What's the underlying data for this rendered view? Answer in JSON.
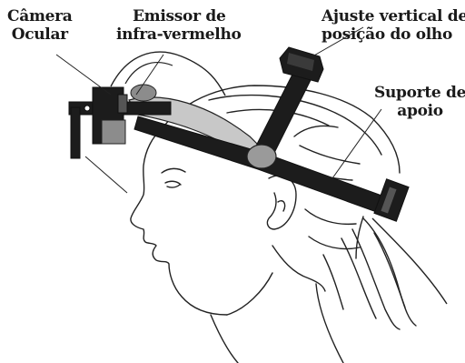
{
  "labels": {
    "camera": {
      "line1": "Câmera",
      "line2": "Ocular"
    },
    "emitter": {
      "line1": "Emissor de",
      "line2": "infra-vermelho"
    },
    "vertical": {
      "line1": "Ajuste vertical de",
      "line2": "posição do olho"
    },
    "support": {
      "line1": "Suporte de",
      "line2": "apoio"
    }
  },
  "colors": {
    "ink": "#1a1a1a",
    "bar": "#1c1c1c",
    "band": "#c8c8c8",
    "joint": "#9a9a9a",
    "camera_block": "#8c8c8c"
  }
}
